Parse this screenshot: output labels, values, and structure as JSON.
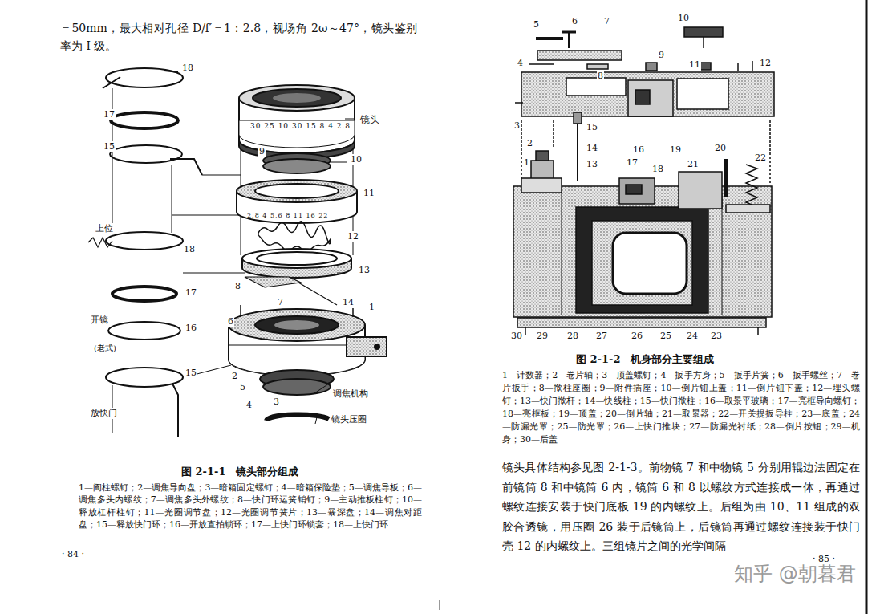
{
  "diagram": {
    "labels": [
      "＝50mm，最大相对孔径 D/f′＝1：2.8，视场角 2ω～47°，镜头鉴别率为 I 级。",
      "18",
      "17",
      "15",
      "上位",
      "18",
      "17",
      "开镜",
      "16",
      "(老式)",
      "15",
      "放快门",
      "镜头",
      "9",
      "10",
      "11",
      "12",
      "13",
      "8",
      "7",
      "6",
      "14",
      "1",
      "2",
      "5",
      "4",
      "3",
      "调焦机构",
      "镜头压圈",
      "30 25 10 30 15 8 4 2.8",
      "2.8 4 5.6 8 11 16 22",
      "图 2-1-1　镜头部分组成",
      "1—阖柱螺钉；2—调焦导向盘；3—暗箱固定螺钉；4—暗箱保险垫；5—调焦导板；6—调焦多头内螺纹；7—调焦多头外螺纹；8—快门环运簧销钉；9—主动推板柱钉；10—释放杠杆柱钉；11—光圈调节盘；12—光圈调节簧片；13—暴深盘；14—调焦对距盘；15—释放快门环；16—开放直拍锁环；17—上快门环锁套；18—上快门环",
      "· 84 ·",
      "5",
      "6",
      "7",
      "4",
      "8",
      "9",
      "10",
      "11",
      "12",
      "3",
      "15",
      "16",
      "19",
      "2",
      "14",
      "1",
      "13",
      "17",
      "18",
      "20",
      "21",
      "22",
      "30",
      "29",
      "28",
      "27",
      "26",
      "25",
      "24",
      "23",
      "图 2-1-2　机身部分主要组成",
      "1—计数器；2—卷片轴；3—顶盖螺钉；4—扳手方身；5—扳手片簧；6—扳手螺丝；7—卷片扳手；8—揿柱座圈；9—附件插座；10—倒片钮上盖；11—倒片钮下盖；12—埋头螺钉；13—快门揿杆；14—快线柱；15—快门揿柱；16—取景平玻璃；17—亮框导向螺钉；18—亮框板；19—顶盖；20—倒片轴；21—取景器；22—开关提扳导柱；23—底盖；24—防漏光罩；25—防光罩；26—上快门推块；27—防漏光衬纸；28—倒片按钮；29—机身；30—后盖",
      "镜头具体结构参见图 2-1-3。前物镜 7 和中物镜 5 分别用辊边法固定在前镜筒 8 和中镜筒 6 内，镜筒 6 和 8 以螺纹方式连接成一体，再通过螺纹连接安装于快门底板 19 的内螺纹上。后组为由 10、11 组成的双胶合透镜，用压圈 26 装于后镜筒上，后镜筒再通过螺纹连接装于快门壳 12 的内螺纹上。三组镜片之间的光学间隔",
      "· 85 ·",
      "知乎 @朝暮君"
    ]
  }
}
